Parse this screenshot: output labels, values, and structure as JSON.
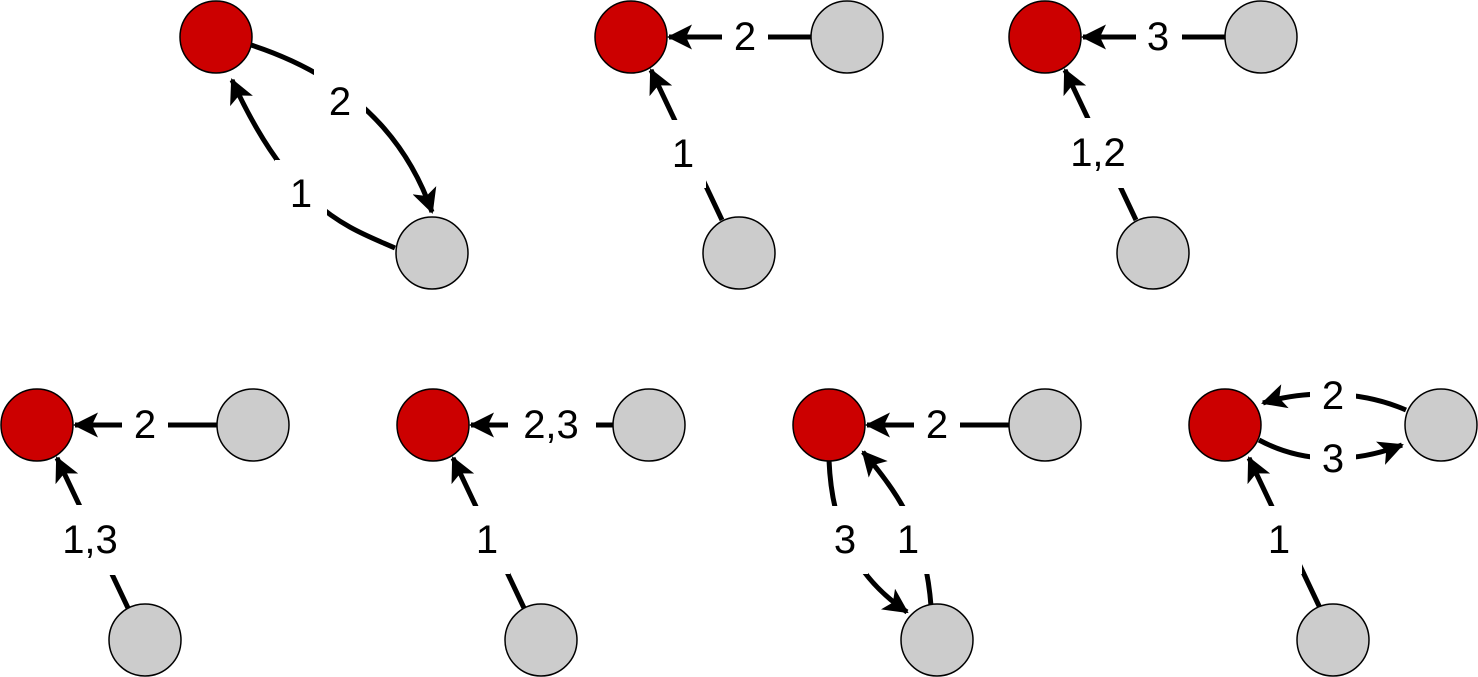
{
  "colors": {
    "highlight_node": "#cc0000",
    "regular_node": "#cccccc",
    "edge": "#000000"
  },
  "graphs": [
    {
      "edges": [
        {
          "label": "1"
        },
        {
          "label": "2"
        }
      ]
    },
    {
      "edges": [
        {
          "label": "2"
        },
        {
          "label": "1"
        }
      ]
    },
    {
      "edges": [
        {
          "label": "3"
        },
        {
          "label": "1,2"
        }
      ]
    },
    {
      "edges": [
        {
          "label": "2"
        },
        {
          "label": "1,3"
        }
      ]
    },
    {
      "edges": [
        {
          "label": "2,3"
        },
        {
          "label": "1"
        }
      ]
    },
    {
      "edges": [
        {
          "label": "2"
        },
        {
          "label": "1"
        },
        {
          "label": "3"
        }
      ]
    },
    {
      "edges": [
        {
          "label": "2"
        },
        {
          "label": "3"
        },
        {
          "label": "1"
        }
      ]
    }
  ]
}
